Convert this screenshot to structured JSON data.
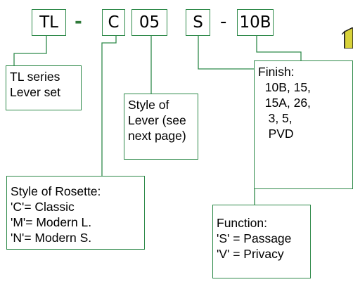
{
  "code": {
    "part_series": "TL",
    "sep1": "-",
    "part_rosette": "C",
    "part_lever": "05",
    "part_function": "S",
    "sep2": "-",
    "part_finish": "10B"
  },
  "labels": {
    "series": [
      "TL series",
      "Lever set"
    ],
    "lever": [
      "Style of",
      "Lever (see",
      "next page)"
    ],
    "finish": [
      "Finish:",
      "  10B, 15,",
      "  15A, 26,",
      "   3, 5,",
      "   PVD"
    ],
    "rosette": [
      "Style of Rosette:",
      "'C'= Classic",
      "'M'= Modern L.",
      "'N'= Modern S."
    ],
    "function": [
      "Function:",
      "'S' = Passage",
      "'V' = Privacy"
    ]
  },
  "colors": {
    "line": "#2f8a4a",
    "icon": "#d8d23a"
  }
}
